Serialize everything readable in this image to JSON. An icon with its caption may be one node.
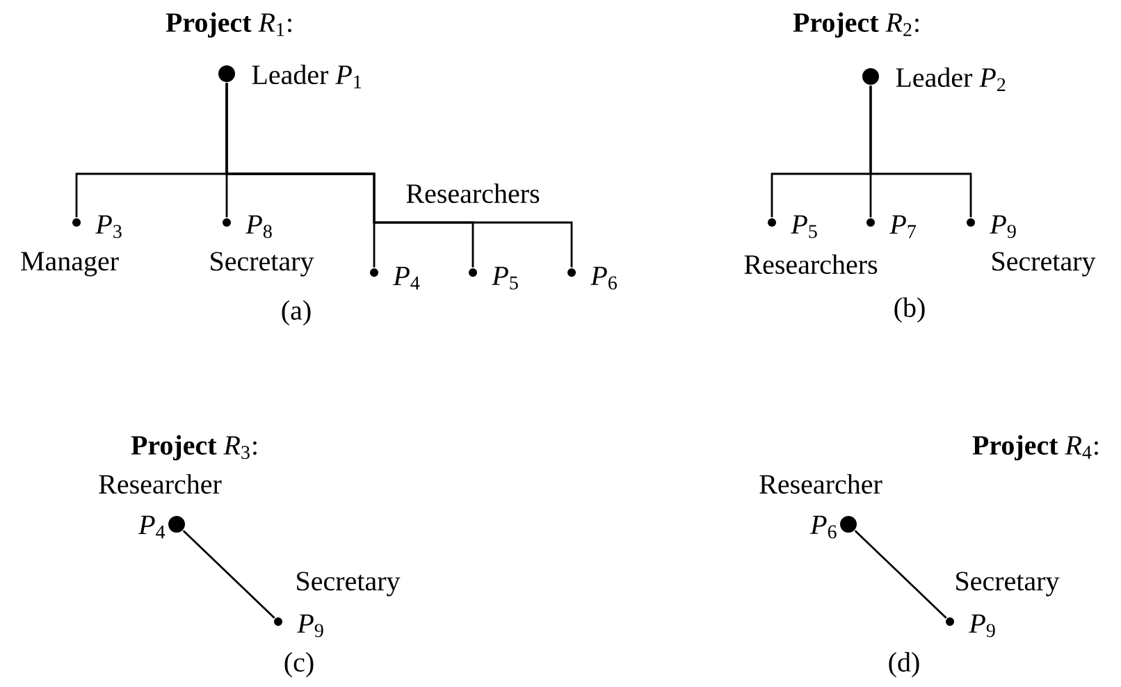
{
  "diagram": {
    "nodes": [
      {
        "text": [],
        "shape": "circle",
        "beside": [
          "Leader *P*$_{1}$"
        ]
      },
      {
        "text": [],
        "shape": "circle",
        "beside": [
          "*P*$_{3}$",
          "Manager"
        ]
      },
      {
        "text": [],
        "shape": "circle",
        "beside": [
          "*P*$_{8}$",
          "Secretary"
        ]
      },
      {
        "text": [],
        "shape": "circle",
        "beside": [
          "*P*$_{4}$"
        ]
      },
      {
        "text": [],
        "shape": "circle",
        "beside": [
          "*P*$_{5}$"
        ]
      },
      {
        "text": [],
        "shape": "circle",
        "beside": [
          "*P*$_{6}$"
        ]
      },
      {
        "text": [],
        "shape": "circle",
        "beside": [
          "Leader *P*$_{2}$"
        ]
      },
      {
        "text": [],
        "shape": "circle",
        "beside": [
          "*P*$_{5}$"
        ]
      },
      {
        "text": [],
        "shape": "circle",
        "beside": [
          "*P*$_{7}$"
        ]
      },
      {
        "text": [],
        "shape": "circle",
        "beside": [
          "*P*$_{9}$",
          "Secretary"
        ]
      },
      {
        "text": [],
        "shape": "circle",
        "beside": [
          "Researcher",
          "*P*$_{4}$"
        ]
      },
      {
        "text": [],
        "shape": "circle",
        "beside": [
          "Secretary",
          "*P*$_{9}$"
        ]
      },
      {
        "text": [],
        "shape": "circle",
        "beside": [
          "Researcher",
          "*P*$_{6}$"
        ]
      },
      {
        "text": [],
        "shape": "circle",
        "beside": [
          "Secretary",
          "*P*$_{9}$"
        ]
      }
    ],
    "edges": [
      {
        "from": 0,
        "to": 1,
        "arrow": "none"
      },
      {
        "from": 0,
        "to": 2,
        "arrow": "none"
      },
      {
        "from": 0,
        "to": 3,
        "arrow": "none"
      },
      {
        "from": 0,
        "to": 4,
        "arrow": "none"
      },
      {
        "from": 0,
        "to": 5,
        "arrow": "none"
      },
      {
        "from": 6,
        "to": 7,
        "arrow": "none"
      },
      {
        "from": 6,
        "to": 8,
        "arrow": "none"
      },
      {
        "from": 6,
        "to": 9,
        "arrow": "none"
      },
      {
        "from": 10,
        "to": 11,
        "arrow": "none"
      },
      {
        "from": 12,
        "to": 13,
        "arrow": "none"
      }
    ],
    "labels": [
      "**Project** *R*$_{1}$:",
      "Researchers",
      "(a)",
      "**Project** *R*$_{2}$:",
      "Researchers",
      "(b)",
      "**Project** *R*$_{3}$:",
      "(c)",
      "**Project** *R*$_{4}$:",
      "(d)"
    ]
  }
}
